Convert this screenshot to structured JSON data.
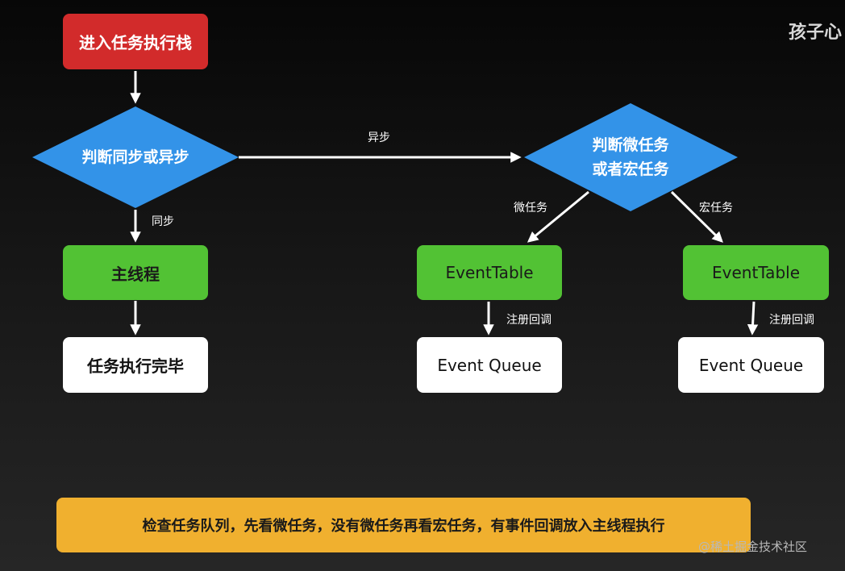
{
  "watermark": "孩子心",
  "footer_watermark": "@稀土掘金技术社区",
  "nodes": {
    "start": "进入任务执行栈",
    "decision_sync_async": "判断同步或异步",
    "main_thread": "主线程",
    "task_done": "任务执行完毕",
    "decision_micro_macro_line1": "判断微任务",
    "decision_micro_macro_line2": "或者宏任务",
    "event_table_micro": "EventTable",
    "event_table_macro": "EventTable",
    "event_queue_micro": "Event Queue",
    "event_queue_macro": "Event Queue"
  },
  "edges": {
    "async": "异步",
    "sync": "同步",
    "micro": "微任务",
    "macro": "宏任务",
    "register_callback_micro": "注册回调",
    "register_callback_macro": "注册回调"
  },
  "note": "检查任务队列，先看微任务，没有微任务再看宏任务，有事件回调放入主线程执行",
  "colors": {
    "start": "#d22b2b",
    "decision": "#3393e8",
    "process": "#52c234",
    "queue": "#ffffff",
    "note": "#f0b02f"
  }
}
